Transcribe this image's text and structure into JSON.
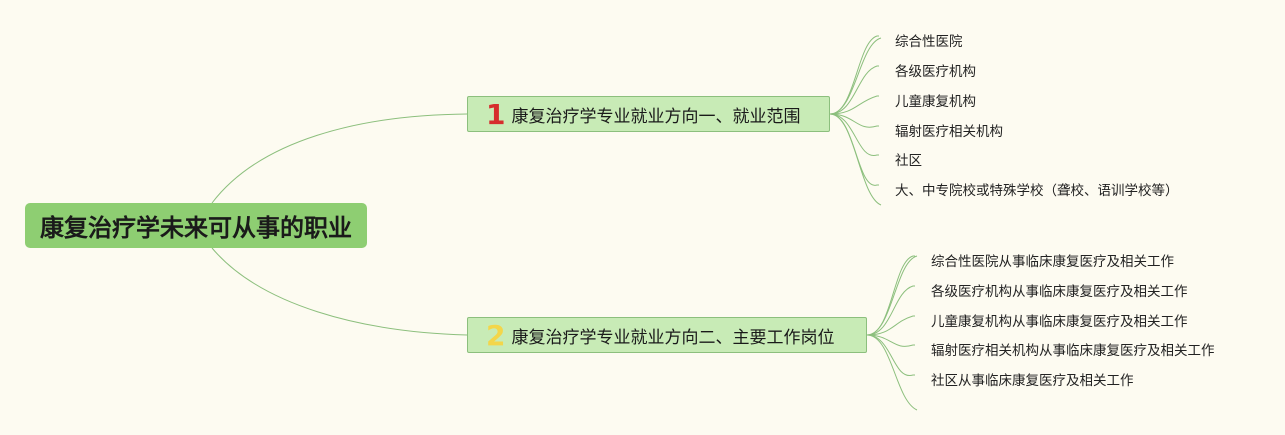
{
  "colors": {
    "background": "#fdfbf1",
    "root_fill": "#8ece72",
    "branch_fill": "#c8ebb6",
    "branch_border": "#8cbf7d",
    "connector": "#8cbf7d",
    "marker_1": "#d62d2d",
    "marker_2": "#f3d64a"
  },
  "root": {
    "label": "康复治疗学未来可从事的职业"
  },
  "branches": [
    {
      "marker": "1",
      "label": "康复治疗学专业就业方向一、就业范围",
      "leaves": [
        "综合性医院",
        "各级医疗机构",
        "儿童康复机构",
        "辐射医疗相关机构",
        "社区",
        "大、中专院校或特殊学校（聋校、语训学校等）"
      ]
    },
    {
      "marker": "2",
      "label": "康复治疗学专业就业方向二、主要工作岗位",
      "leaves": [
        "综合性医院从事临床康复医疗及相关工作",
        "各级医疗机构从事临床康复医疗及相关工作",
        "儿童康复机构从事临床康复医疗及相关工作",
        "辐射医疗相关机构从事临床康复医疗及相关工作",
        "社区从事临床康复医疗及相关工作"
      ]
    }
  ]
}
